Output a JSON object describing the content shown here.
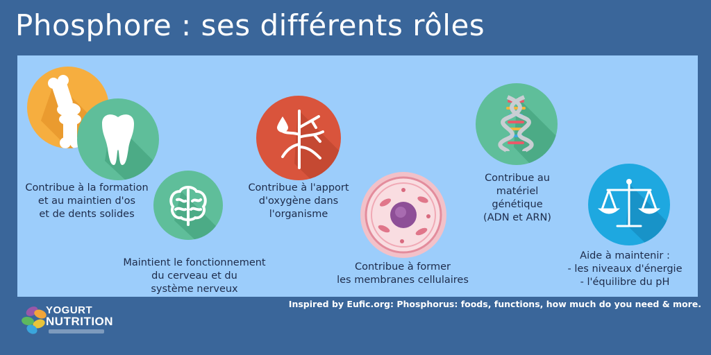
{
  "title": "Phosphore : ses différents rôles",
  "roles": [
    {
      "icon": "bone-joint-icon",
      "caption": ""
    },
    {
      "icon": "tooth-icon",
      "caption": "Contribue à la formation\net au maintien d'os\net de dents solides"
    },
    {
      "icon": "brain-icon",
      "caption": "Maintient le fonctionnement\ndu cerveau et du\nsystème nerveux"
    },
    {
      "icon": "blood-vessel-icon",
      "caption": "Contribue à l'apport\nd'oxygène dans\nl'organisme"
    },
    {
      "icon": "cell-icon",
      "caption": "Contribue à former\nles membranes cellulaires"
    },
    {
      "icon": "dna-icon",
      "caption": "Contribue au\nmatériel\ngénétique\n(ADN et ARN)"
    },
    {
      "icon": "balance-scale-icon",
      "caption": "Aide à maintenir :\n- les niveaux d'énergie\n- l'équilibre du pH"
    }
  ],
  "credit": "Inspired by Eufic.org: Phosphorus: foods, functions, how much do you need & more.",
  "logo": {
    "line1": "YOGURT",
    "line2": "NUTRITION"
  },
  "colors": {
    "background": "#3a669a",
    "panel": "#9ccdfb",
    "orange": "#f6ae3f",
    "green": "#5fbe9a",
    "red": "#d9543c",
    "pink": "#f2c1c9",
    "blue": "#1ea8e0"
  }
}
